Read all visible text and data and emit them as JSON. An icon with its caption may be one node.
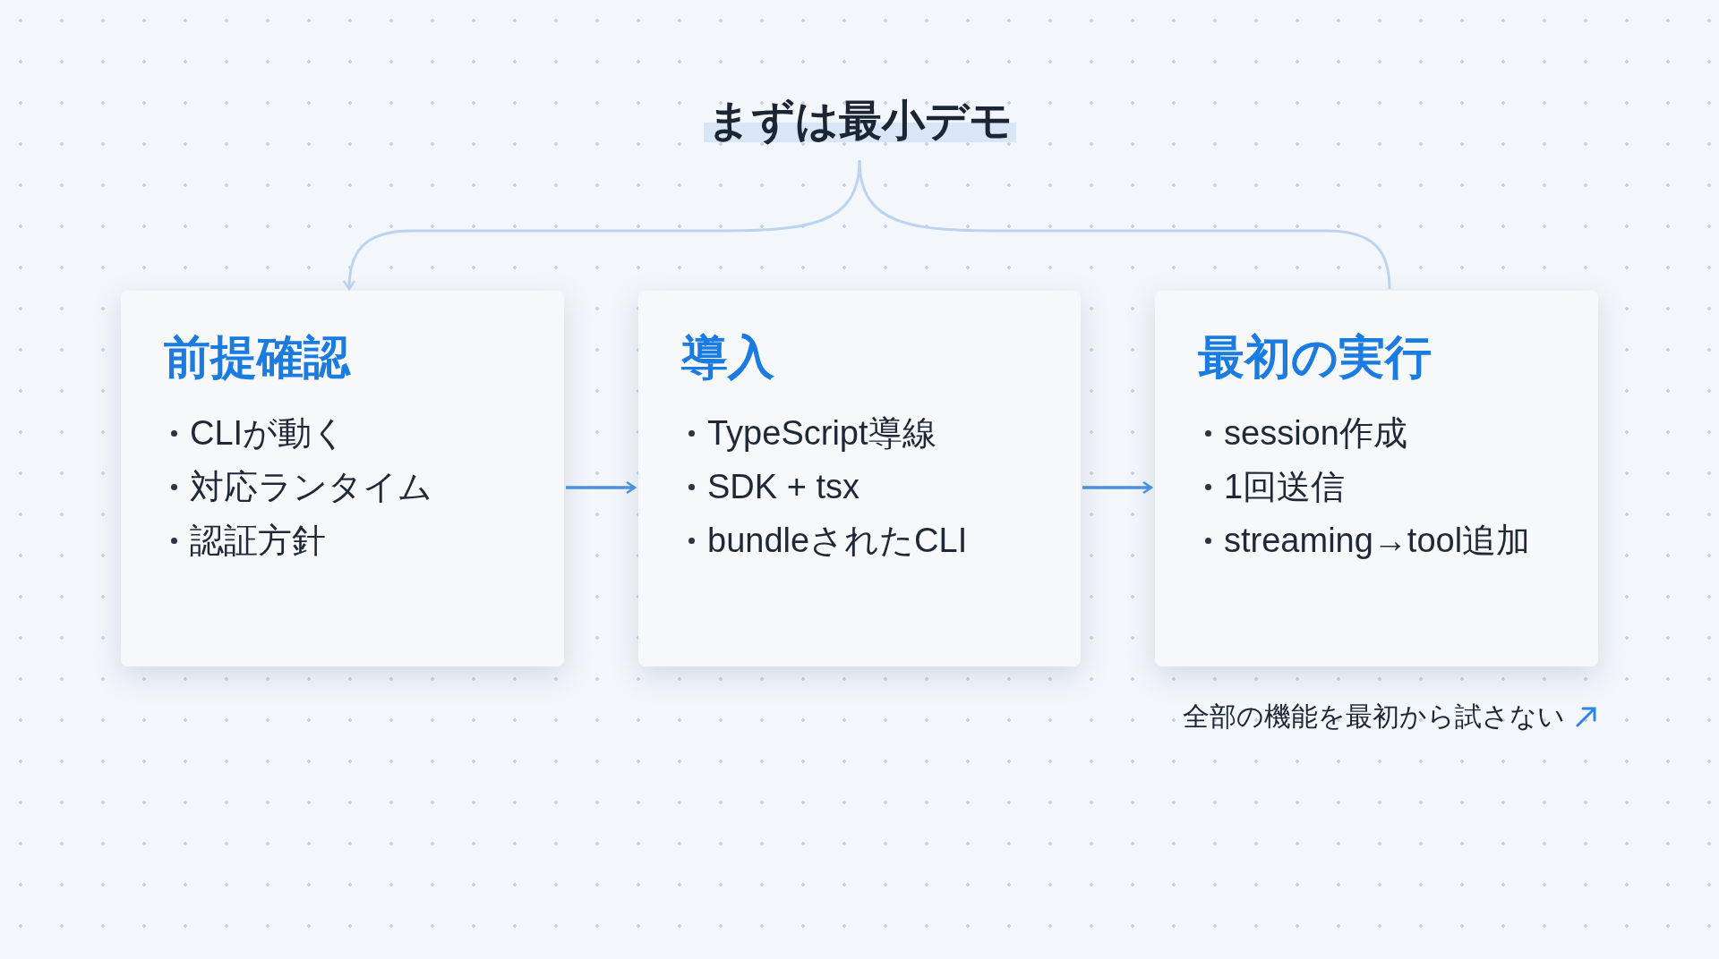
{
  "diagram": {
    "nodes": [
      {
        "text": [
          "まずは最小デモ"
        ]
      },
      {
        "text": [
          "前提確認",
          "CLIが動く",
          "対応ランタイム",
          "認証方針"
        ]
      },
      {
        "text": [
          "導入",
          "TypeScript導線",
          "SDK + tsx",
          "bundleされたCLI"
        ]
      },
      {
        "text": [
          "最初の実行",
          "session作成",
          "1回送信",
          "streaming→tool追加"
        ]
      }
    ],
    "edges": [
      {
        "from": 0,
        "to": 1,
        "arrow": "to",
        "color": "#bcd4f0"
      },
      {
        "from": 0,
        "to": 3,
        "arrow": "none",
        "color": "#bcd4f0"
      },
      {
        "from": 1,
        "to": 2,
        "arrow": "to",
        "color": "#4a90e2"
      },
      {
        "from": 2,
        "to": 3,
        "arrow": "to",
        "color": "#4a90e2"
      }
    ],
    "labels": [
      "全部の機能を最初から試さない"
    ]
  }
}
